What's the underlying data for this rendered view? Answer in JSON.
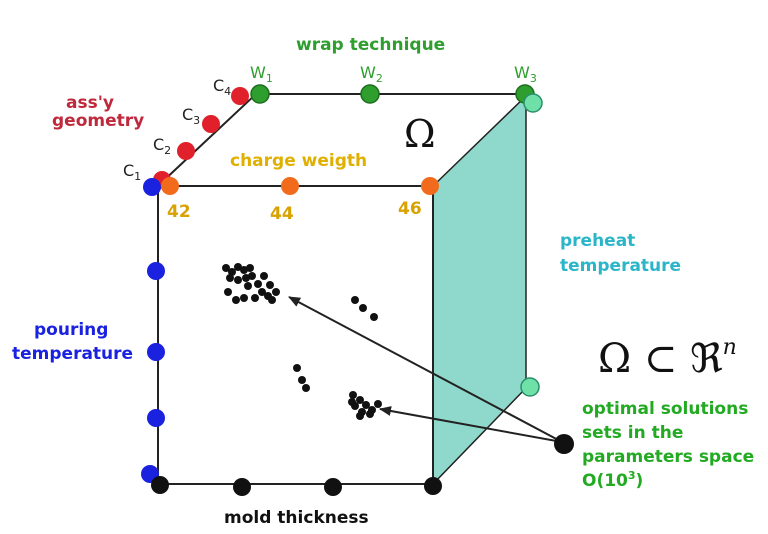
{
  "labels": {
    "wrap_technique": "wrap technique",
    "assy_geometry_line1": "ass'y",
    "assy_geometry_line2": "geometry",
    "charge_weight": "charge weigth",
    "preheat_line1": "preheat",
    "preheat_line2": "temperature",
    "pouring_line1": "pouring",
    "pouring_line2": "temperature",
    "mold_thickness": "mold thickness",
    "omega": "Ω",
    "omega_subset": "Ω ⊂ ℜ",
    "omega_subset_exp": "n",
    "optimal_line1": "optimal solutions",
    "optimal_line2": "sets in the",
    "optimal_line3": "parameters space",
    "optimal_line4_pre": "O(10",
    "optimal_line4_exp": "3",
    "optimal_line4_post": ")"
  },
  "wrap_points": [
    {
      "letter": "W",
      "sub": "1"
    },
    {
      "letter": "W",
      "sub": "2"
    },
    {
      "letter": "W",
      "sub": "3"
    }
  ],
  "geometry_points": [
    {
      "letter": "C",
      "sub": "1"
    },
    {
      "letter": "C",
      "sub": "2"
    },
    {
      "letter": "C",
      "sub": "3"
    },
    {
      "letter": "C",
      "sub": "4"
    }
  ],
  "charge_values": [
    "42",
    "44",
    "46"
  ],
  "colors": {
    "wrap": "#2e9e2e",
    "geometry": "#e0202a",
    "geometry_label": "#c0283c",
    "charge_dot": "#f26b1d",
    "charge_label": "#e0b000",
    "charge_num": "#d8a200",
    "preheat": "#2ab5c8",
    "preheat_plane": "#8fd8cc",
    "pouring": "#1a22e0",
    "black": "#111111",
    "optimal_text": "#22aa22"
  }
}
